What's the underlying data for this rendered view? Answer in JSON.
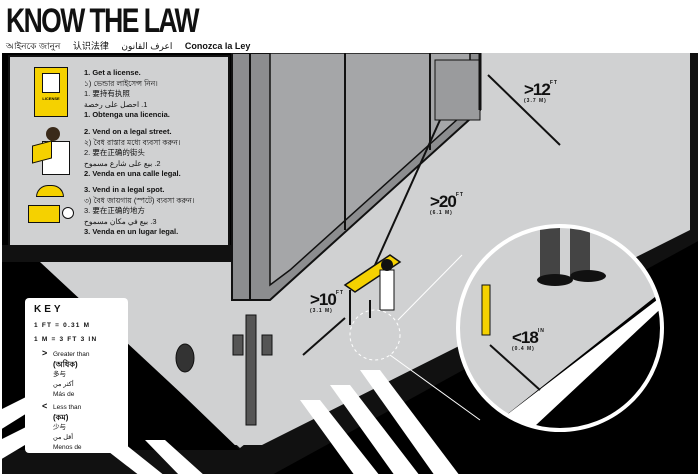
{
  "header": {
    "title": "KNOW THE LAW",
    "subtitles": [
      "আইনকে জানুন",
      "认识法律",
      "اعرف القانون",
      "Conozca la Ley"
    ]
  },
  "steps": [
    {
      "en": "1. Get a license.",
      "bn": "১) ভেন্ডার লাইসেন্স নিন।",
      "zh": "1. 要持有执照",
      "ar": "1. احصل على رخصة",
      "es": "1. Obtenga una licencia.",
      "icon": "license-card-icon",
      "icon_label": "LICENSE"
    },
    {
      "en": "2. Vend on a legal street.",
      "bn": "২) বৈধ রাস্তার মধ্যে ব্যবসা করুন।",
      "zh": "2. 要在正确的街头",
      "ar": "2. بيع على شارع مسموح",
      "es": "2. Venda en una calle legal.",
      "icon": "vendor-reading-icon"
    },
    {
      "en": "3. Vend in a legal spot.",
      "bn": "৩) বৈধ জায়গায় (স্পটে) ব্যবসা করুন।",
      "zh": "3. 要在正确的地方",
      "ar": "3. بيع في مكان مسموح",
      "es": "3. Venda en un lugar legal.",
      "icon": "food-cart-icon"
    }
  ],
  "key": {
    "title": "KEY",
    "conversions": [
      "1 FT  =  0.31 M",
      "1 M  =  3 FT 3 IN"
    ],
    "greater": {
      "symbol": ">",
      "en": "Greater than",
      "bn": "(অধিক)",
      "zh": "多与",
      "ar": "أكثر من",
      "es": "Más de"
    },
    "less": {
      "symbol": "<",
      "en": "Less than",
      "bn": "(কম)",
      "zh": "少与",
      "ar": "أقل من",
      "es": "Menos de"
    }
  },
  "measurements": [
    {
      "id": "building-entrance",
      "value": ">12",
      "unit": "FT",
      "metric": "(3.7 M)"
    },
    {
      "id": "doorway",
      "value": ">20",
      "unit": "FT",
      "metric": "(6.1 M)"
    },
    {
      "id": "crosswalk",
      "value": ">10",
      "unit": "FT",
      "metric": "(3.1 M)"
    },
    {
      "id": "curb",
      "value": "<18",
      "unit": "IN",
      "metric": "(0.4 M)"
    }
  ],
  "colors": {
    "accent": "#f5d100",
    "sidewalk": "#d0d1d2",
    "building": "#8c8d8f",
    "street": "#000000"
  }
}
